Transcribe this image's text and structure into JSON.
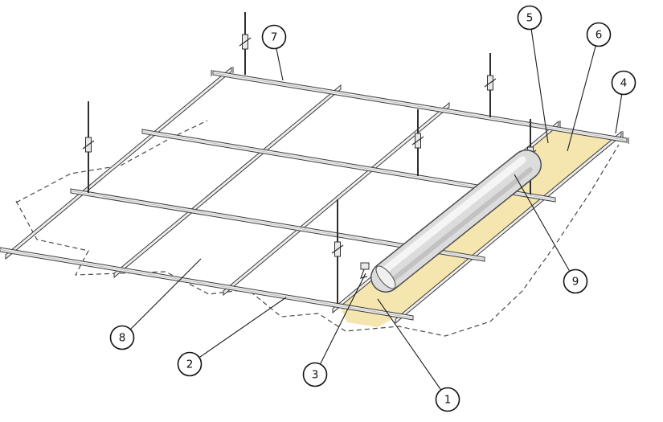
{
  "figure": {
    "callouts": [
      {
        "number": "1"
      },
      {
        "number": "2"
      },
      {
        "number": "3"
      },
      {
        "number": "4"
      },
      {
        "number": "5"
      },
      {
        "number": "6"
      },
      {
        "number": "7"
      },
      {
        "number": "8"
      },
      {
        "number": "9"
      }
    ],
    "colors": {
      "background": "#ffffff",
      "line": "#3a3a3a",
      "rail_fill": "#ededed",
      "board_yellow": "#f5e6b0",
      "cove_gray": "#dcdcdc",
      "callout_stroke": "#141414"
    }
  }
}
